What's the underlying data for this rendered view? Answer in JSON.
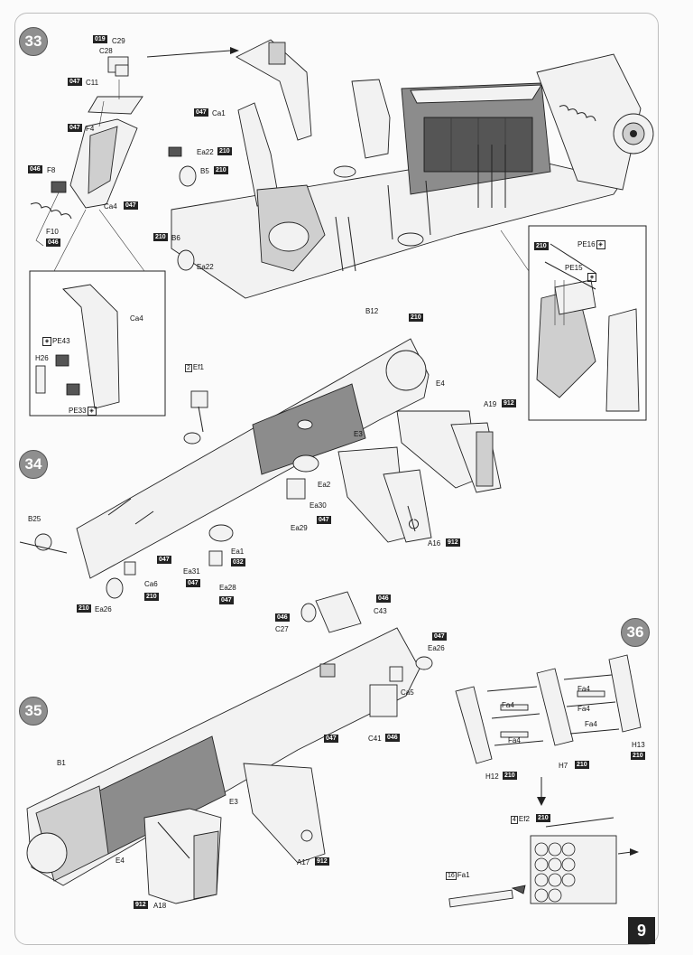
{
  "page_number": "9",
  "steps": {
    "s33": "33",
    "s34": "34",
    "s35": "35",
    "s36": "36"
  },
  "labels": {
    "c29": "C29",
    "c28": "C28",
    "c11": "C11",
    "f4": "F4",
    "f8": "F8",
    "f10": "F10",
    "ca4a": "Ca4",
    "ca4b": "Ca4",
    "ca1": "Ca1",
    "ea22a": "Ea22",
    "b5": "B5",
    "b6": "B6",
    "ea22b": "Ea22",
    "pe43": "PE43",
    "h26": "H26",
    "pe33": "PE33",
    "pe16": "PE16",
    "pe15": "PE15",
    "b12": "B12",
    "ef1": "Ef1",
    "e4a": "E4",
    "a19": "A19",
    "e3a": "E3",
    "ea2": "Ea2",
    "ea30": "Ea30",
    "ea29": "Ea29",
    "b25": "B25",
    "ea1": "Ea1",
    "ea31": "Ea31",
    "ea28": "Ea28",
    "ca6": "Ca6",
    "ea26a": "Ea26",
    "a16": "A16",
    "c27": "C27",
    "c43": "C43",
    "ea26b": "Ea26",
    "ca5": "Ca5",
    "c41": "C41",
    "b1": "B1",
    "e3b": "E3",
    "e4b": "E4",
    "a17": "A17",
    "a18": "A18",
    "fa4a": "Fa4",
    "fa4b": "Fa4",
    "fa4c": "Fa4",
    "fa4d": "Fa4",
    "fa4e": "Fa4",
    "h12": "H12",
    "h7": "H7",
    "h13": "H13",
    "ef2": "Ef2",
    "fa1": "Fa1"
  },
  "codes": {
    "c019": "019",
    "c047a": "047",
    "c047b": "047",
    "c047c": "047",
    "c046a": "046",
    "c047d": "047",
    "c046b": "046",
    "c210a": "210",
    "c210b": "210",
    "c210c": "210",
    "c210d": "210",
    "c210e": "210",
    "c912a": "912",
    "c047e": "047",
    "c912b": "912",
    "c047f": "047",
    "c032": "032",
    "c047g": "047",
    "c047h": "047",
    "c210f": "210",
    "c210g": "210",
    "c046c": "046",
    "c046d": "046",
    "c047i": "047",
    "c046e": "046",
    "c047j": "047",
    "c912c": "912",
    "c912d": "912",
    "c210h": "210",
    "c210i": "210",
    "c210j": "210",
    "c210k": "210"
  },
  "multipliers": {
    "ef1": "2",
    "ef2": "4",
    "fa1": "16"
  }
}
